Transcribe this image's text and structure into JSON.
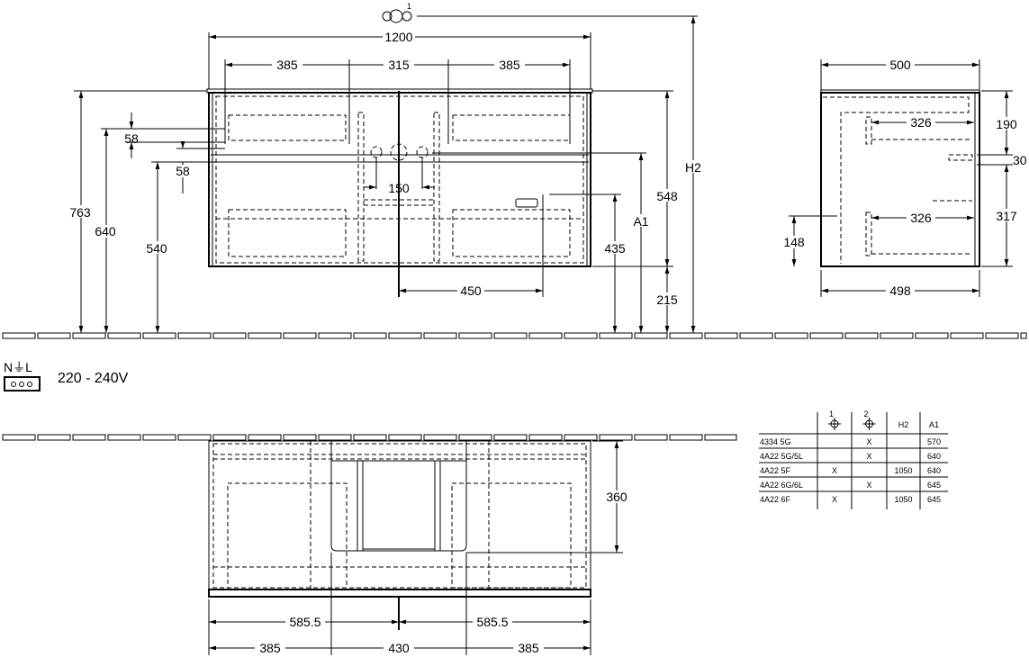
{
  "front_view": {
    "dims": {
      "width": "1200",
      "left": "385",
      "middle": "315",
      "right": "385",
      "h2": "H2",
      "d548": "548",
      "a1": "A1",
      "d435": "435",
      "d215": "215",
      "d763": "763",
      "d640": "640",
      "d540": "540",
      "d58a": "58",
      "d58b": "58",
      "d150": "150",
      "d450": "450"
    },
    "symbol_label": "1"
  },
  "side_view": {
    "dims": {
      "depth_top": "500",
      "depth_bottom": "498",
      "d190": "190",
      "d30": "30",
      "d317": "317",
      "d148": "148",
      "d326a": "326",
      "d326b": "326"
    }
  },
  "electrical": {
    "symbol": "N⏚L",
    "voltage": "220 - 240V"
  },
  "bottom_view": {
    "dims": {
      "d360": "360",
      "d585a": "585.5",
      "d585b": "585.5",
      "d385a": "385",
      "d430": "430",
      "d385b": "385"
    }
  },
  "table": {
    "headers": [
      "",
      "1",
      "2",
      "H2",
      "A1"
    ],
    "rows": [
      [
        "4334 5G",
        "",
        "X",
        "",
        "570"
      ],
      [
        "4A22 5G/5L",
        "",
        "X",
        "",
        "640"
      ],
      [
        "4A22 5F",
        "X",
        "",
        "1050",
        "640"
      ],
      [
        "4A22 6G/6L",
        "",
        "X",
        "",
        "645"
      ],
      [
        "4A22 6F",
        "X",
        "",
        "1050",
        "645"
      ]
    ]
  }
}
